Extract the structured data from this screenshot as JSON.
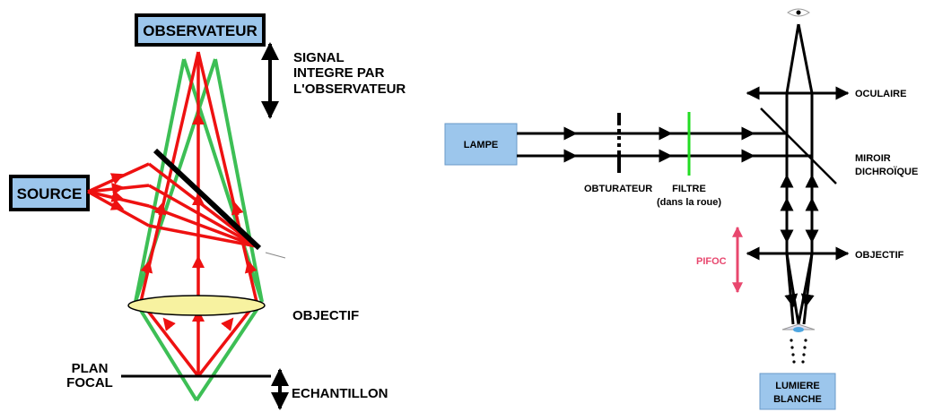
{
  "colors": {
    "red_ray": "#ee1111",
    "green_cone": "#3dbf55",
    "box_fill": "#9cc6ec",
    "lens_fill": "#f7f2a0",
    "filter_green": "#22dd22",
    "pifoc_pink": "#e8476e"
  },
  "left": {
    "observer_label": "OBSERVATEUR",
    "source_label": "SOURCE",
    "signal_lines": [
      "SIGNAL",
      "INTEGRE PAR",
      "L'OBSERVATEUR"
    ],
    "objectif_label": "OBJECTIF",
    "plan_focal_lines": [
      "PLAN",
      "FOCAL"
    ],
    "echantillon_label": "ECHANTILLON"
  },
  "right": {
    "lampe_label": "LAMPE",
    "obturateur_label": "OBTURATEUR",
    "filtre_lines": [
      "FILTRE",
      "(dans la roue)"
    ],
    "oculaire_label": "OCULAIRE",
    "miroir_lines": [
      "MIROIR",
      "DICHROÏQUE"
    ],
    "pifoc_label": "PIFOC",
    "objectif_label": "OBJECTIF",
    "lumiere_lines": [
      "LUMIERE",
      "BLANCHE"
    ]
  }
}
